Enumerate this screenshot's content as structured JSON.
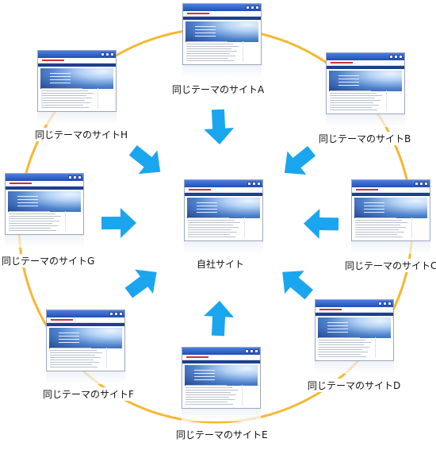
{
  "center": {
    "label": "自社サイト"
  },
  "sites": [
    {
      "id": "A",
      "label": "同じテーマのサイトA"
    },
    {
      "id": "B",
      "label": "同じテーマのサイトB"
    },
    {
      "id": "C",
      "label": "同じテーマのサイトC"
    },
    {
      "id": "D",
      "label": "同じテーマのサイトD"
    },
    {
      "id": "E",
      "label": "同じテーマのサイトE"
    },
    {
      "id": "F",
      "label": "同じテーマのサイトF"
    },
    {
      "id": "G",
      "label": "同じテーマのサイトG"
    },
    {
      "id": "H",
      "label": "同じテーマのサイトH"
    }
  ],
  "colors": {
    "ring": "#f5b830",
    "arrow": "#1aa6ee"
  },
  "icons": {
    "arrow": "arrow-icon",
    "thumbnail": "website-screenshot"
  }
}
